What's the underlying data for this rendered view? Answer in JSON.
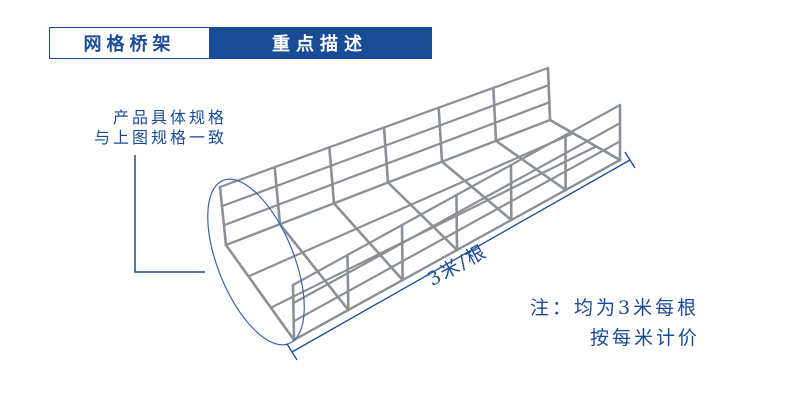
{
  "header": {
    "product_tab": "网格桥架",
    "description_tab": "重点描述"
  },
  "callout": {
    "line1": "产品具体规格",
    "line2": "与上图规格一致"
  },
  "dimension": {
    "label": "3米/根"
  },
  "note": {
    "line1": "注：均为3米每根",
    "line2": "按每米计价"
  },
  "colors": {
    "accent": "#1a4b97",
    "wire": "#8a9096"
  }
}
